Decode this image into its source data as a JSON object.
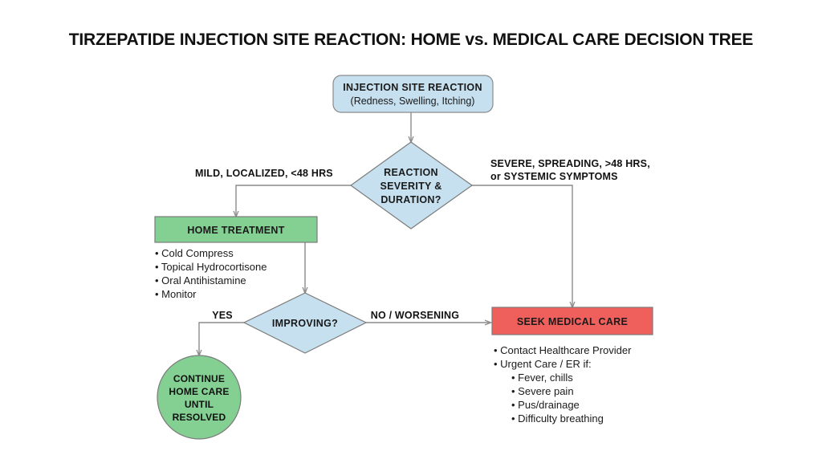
{
  "title": "TIRZEPATIDE INJECTION SITE REACTION: HOME vs. MEDICAL CARE DECISION TREE",
  "colors": {
    "light_blue": "#c6e0ef",
    "green": "#84cf92",
    "red": "#ef5f5c",
    "outline": "#7b7b7b",
    "connector": "#8c8c8c",
    "text": "#1a1a1a",
    "background": "#ffffff"
  },
  "nodes": {
    "start": {
      "shape": "rounded-rectangle",
      "line1": "INJECTION SITE REACTION",
      "line2": "(Redness, Swelling, Itching)",
      "fill": "#c6e0ef"
    },
    "decision_severity": {
      "shape": "diamond",
      "line1": "REACTION",
      "line2": "SEVERITY &",
      "line3": "DURATION?",
      "fill": "#c6e0ef"
    },
    "home_treatment": {
      "shape": "rectangle",
      "label": "HOME TREATMENT",
      "fill": "#84cf92",
      "bullets": [
        "Cold Compress",
        "Topical Hydrocortisone",
        "Oral Antihistamine",
        "Monitor"
      ]
    },
    "decision_improving": {
      "shape": "diamond",
      "label": "IMPROVING?",
      "fill": "#c6e0ef"
    },
    "continue_home_care": {
      "shape": "circle",
      "line1": "CONTINUE",
      "line2": "HOME CARE",
      "line3": "UNTIL",
      "line4": "RESOLVED",
      "fill": "#84cf92"
    },
    "seek_medical_care": {
      "shape": "rectangle",
      "label": "SEEK MEDICAL CARE",
      "fill": "#ef5f5c",
      "bullets": [
        "Contact Healthcare Provider",
        "Urgent Care / ER if:"
      ],
      "sub_bullets": [
        "Fever, chills",
        "Severe pain",
        "Pus/drainage",
        "Difficulty breathing"
      ]
    }
  },
  "edges": {
    "mild_branch": "MILD, LOCALIZED, <48 HRS",
    "severe_branch_line1": "SEVERE, SPREADING, >48 HRS,",
    "severe_branch_line2": "or SYSTEMIC SYMPTOMS",
    "improving_yes": "YES",
    "improving_no": "NO / WORSENING"
  }
}
